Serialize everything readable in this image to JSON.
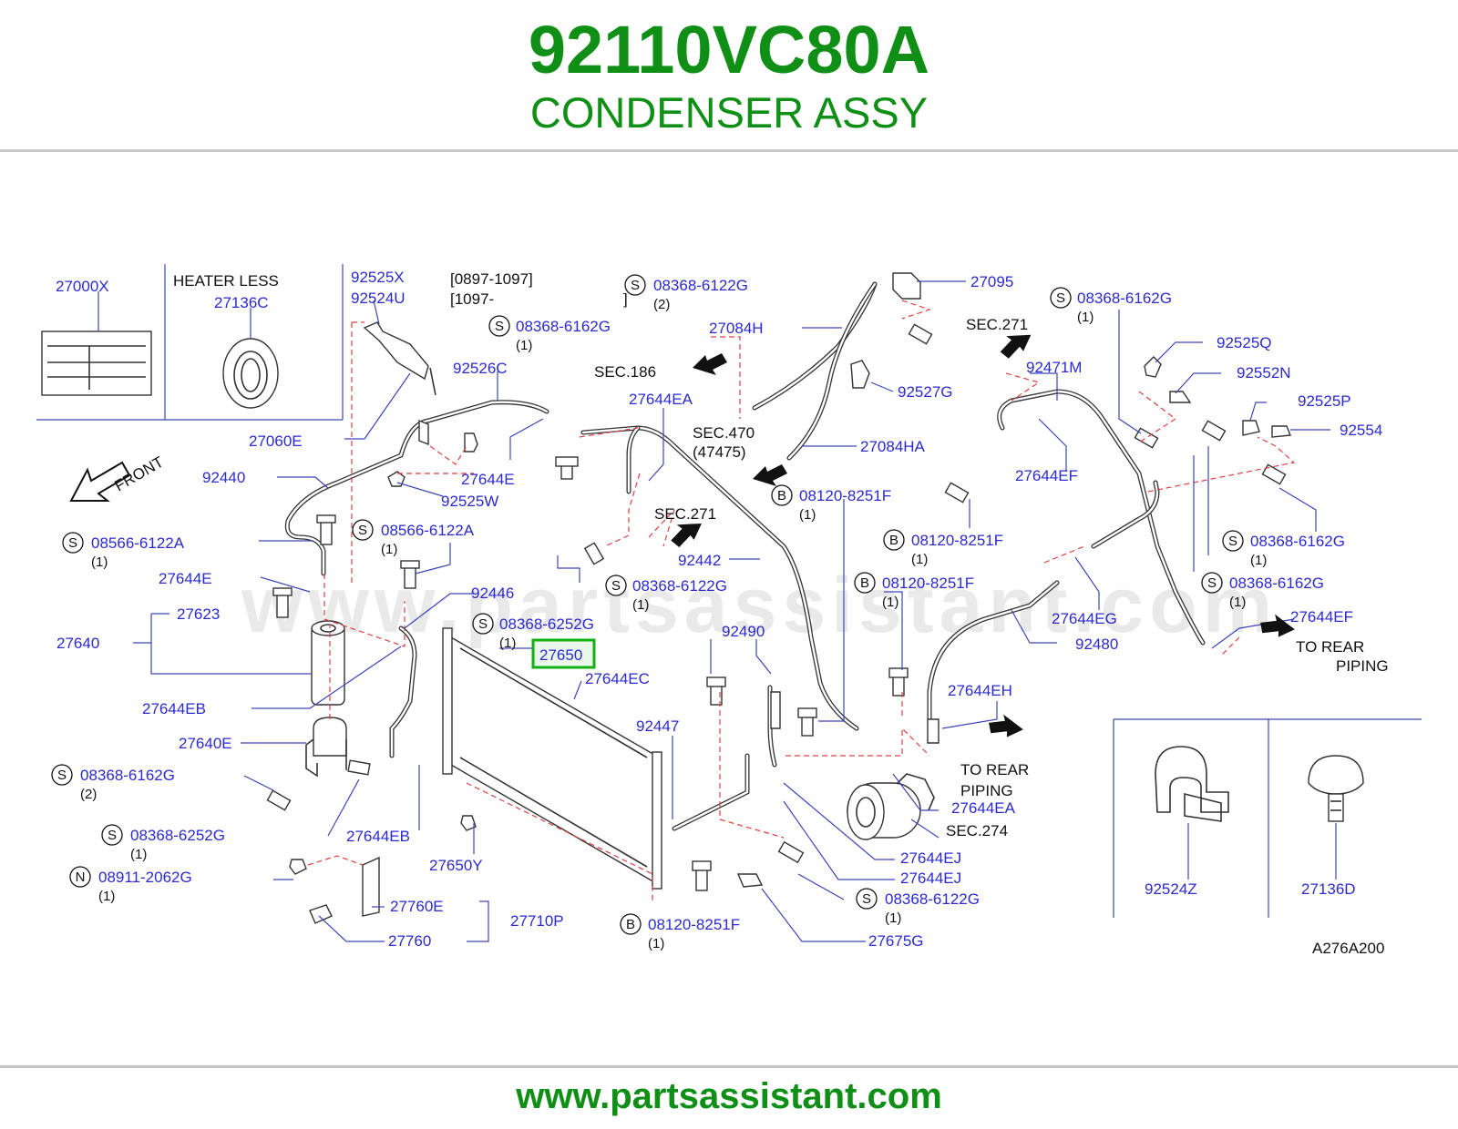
{
  "header": {
    "title": "92110VC80A",
    "subtitle": "CONDENSER ASSY"
  },
  "footer": {
    "url": "www.partsassistant.com"
  },
  "watermark": "www.partsassistant.com",
  "colors": {
    "brand_green": "#0f8f15",
    "label_blue": "#2a2ad0",
    "leader_red_dashed": "#e04040",
    "highlight_green": "#12b012"
  },
  "diagram": {
    "inset_labels": {
      "label_27000x": "27000X",
      "heater_less": "HEATER  LESS",
      "label_27136c": "27136C"
    },
    "date_range": {
      "line1": "[0897-1097]",
      "line2": "[1097-",
      "line3": "]"
    },
    "parts": [
      "92525X",
      "92524U",
      "92526C",
      "27060E",
      "92440",
      "27644E",
      "92525W",
      "27644E",
      "27623",
      "27640",
      "27644EB",
      "27640E",
      "27644EB",
      "92446",
      "27650",
      "27644EC",
      "27650Y",
      "27760E",
      "27760",
      "27710P",
      "27644EA",
      "92442",
      "92490",
      "92447",
      "27675G",
      "27084H",
      "27084HA",
      "27095",
      "92527G",
      "92471M",
      "92525Q",
      "92552N",
      "92525P",
      "92554",
      "27644EF",
      "27644EG",
      "92480",
      "27644EF",
      "27644EH",
      "27644EA",
      "27644EJ",
      "27644EJ",
      "92524Z",
      "27136D"
    ],
    "fasteners": [
      {
        "letter": "S",
        "code": "08368-6122G",
        "qty": "(2)"
      },
      {
        "letter": "S",
        "code": "08368-6162G",
        "qty": "(1)"
      },
      {
        "letter": "S",
        "code": "08368-6162G",
        "qty": "(1)"
      },
      {
        "letter": "S",
        "code": "08566-6122A",
        "qty": "(1)"
      },
      {
        "letter": "S",
        "code": "08566-6122A",
        "qty": "(1)"
      },
      {
        "letter": "S",
        "code": "08368-6122G",
        "qty": "(1)"
      },
      {
        "letter": "S",
        "code": "08368-6252G",
        "qty": "(1)"
      },
      {
        "letter": "B",
        "code": "08120-8251F",
        "qty": "(1)"
      },
      {
        "letter": "B",
        "code": "08120-8251F",
        "qty": "(1)"
      },
      {
        "letter": "B",
        "code": "08120-8251F",
        "qty": "(1)"
      },
      {
        "letter": "S",
        "code": "08368-6162G",
        "qty": "(1)"
      },
      {
        "letter": "S",
        "code": "08368-6162G",
        "qty": "(1)"
      },
      {
        "letter": "S",
        "code": "08368-6162G",
        "qty": "(2)"
      },
      {
        "letter": "S",
        "code": "08368-6252G",
        "qty": "(1)"
      },
      {
        "letter": "N",
        "code": "08911-2062G",
        "qty": "(1)"
      },
      {
        "letter": "B",
        "code": "08120-8251F",
        "qty": "(1)"
      },
      {
        "letter": "S",
        "code": "08368-6122G",
        "qty": "(1)"
      }
    ],
    "notes": {
      "front": "FRONT",
      "sec186": "SEC.186",
      "sec470": "SEC.470",
      "sec470b": "(47475)",
      "sec271a": "SEC.271",
      "sec271b": "SEC.271",
      "sec274": "SEC.274",
      "to_rear_1a": "TO  REAR",
      "to_rear_1b": "PIPING",
      "to_rear_2a": "TO  REAR",
      "to_rear_2b": "PIPING",
      "diagram_code": "A276A200"
    },
    "highlighted_part": "27650"
  }
}
